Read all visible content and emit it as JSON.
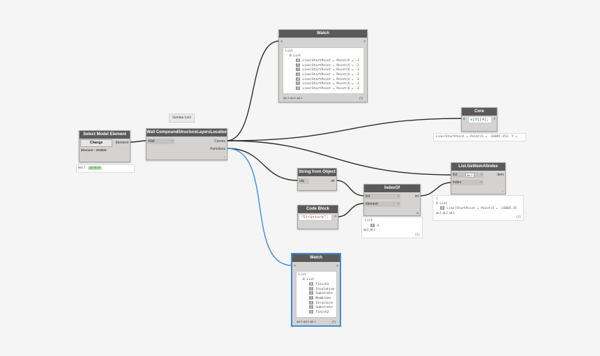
{
  "genius_loci": "Genius Loci",
  "select_node": {
    "title": "Select Model Element",
    "change_label": "Change",
    "out_label": "Element",
    "element_text": "Element : 203829",
    "preview_label": "Wall",
    "preview_value": "203829"
  },
  "wall_node": {
    "title": "Wall CompoundStructureLayersLocation",
    "in_label": "Wall",
    "out_curves": "Curves",
    "out_functions": "Functions",
    "lacing": "l"
  },
  "watch_top": {
    "title": "Watch",
    "in_label": ">",
    "out_label": ">",
    "list_label": "List",
    "sub_label": "0 List",
    "items": [
      {
        "i": "0",
        "t": "Line(StartPoint = Point(X = -3"
      },
      {
        "i": "1",
        "t": "Line(StartPoint = Point(X = -3"
      },
      {
        "i": "2",
        "t": "Line(StartPoint = Point(X = -3"
      },
      {
        "i": "3",
        "t": "Line(StartPoint = Point(X = -3"
      },
      {
        "i": "4",
        "t": "Line(StartPoint = Point(X = -3"
      },
      {
        "i": "5",
        "t": "Line(StartPoint = Point(X = -3"
      },
      {
        "i": "6",
        "t": "Line(StartPoint = Point(X = -3"
      }
    ],
    "footer_left": "@L3 @L2 @L1",
    "footer_right": "{7}"
  },
  "core_node": {
    "title": "Core",
    "in_label": "x",
    "code_prefix": "x",
    "code_idx1": "0",
    "code_idx2": "4",
    "out_label": ">",
    "preview": "Line(StartPoint = Point(X = -33885.353, Y ="
  },
  "sfo_node": {
    "title": "String from Object",
    "in_label": "obj",
    "out_label": "str"
  },
  "codeblock_node": {
    "title": "Code Block",
    "code": "\"Structure\";",
    "out_label": ">"
  },
  "indexof_node": {
    "title": "IndexOf",
    "in_list": "list",
    "in_element": "element",
    "out_label": "int",
    "lacing": "l/l",
    "preview_list": "List",
    "preview_idx": "0",
    "preview_val": "4",
    "footer_left": "@L2 @L1",
    "footer_right": "{1}"
  },
  "getitem_node": {
    "title": "List.GetItemAtIndex",
    "in_list": "list",
    "in_index": "index",
    "out_label": "item",
    "level": "@L2",
    "lacing": "l",
    "preview_brace": "{",
    "preview_list": "0 List",
    "preview_idx": "0",
    "preview_val": "Line(StartPoint = Point(X = -33885.35",
    "footer_left": "@L3 @L2 @L1",
    "footer_right": "{7}"
  },
  "watch_bottom": {
    "title": "Watch",
    "in_label": ">",
    "out_label": ">",
    "list_label": "List",
    "sub_label": "0 List",
    "items": [
      {
        "i": "0",
        "t": "Finish1"
      },
      {
        "i": "1",
        "t": "Insulation"
      },
      {
        "i": "2",
        "t": "Substrate"
      },
      {
        "i": "3",
        "t": "Membrane"
      },
      {
        "i": "4",
        "t": "Structure"
      },
      {
        "i": "5",
        "t": "Substrate"
      },
      {
        "i": "6",
        "t": "Finish2"
      }
    ],
    "footer_left": "@L3 @L2 @L1",
    "footer_right": "{7}"
  },
  "colors": {
    "header": "#5a5a5a",
    "node_body": "#d4d3d1",
    "wire": "#2b2b2b",
    "wire_selected": "#3c8dd9",
    "canvas": "#f5f5f5"
  }
}
